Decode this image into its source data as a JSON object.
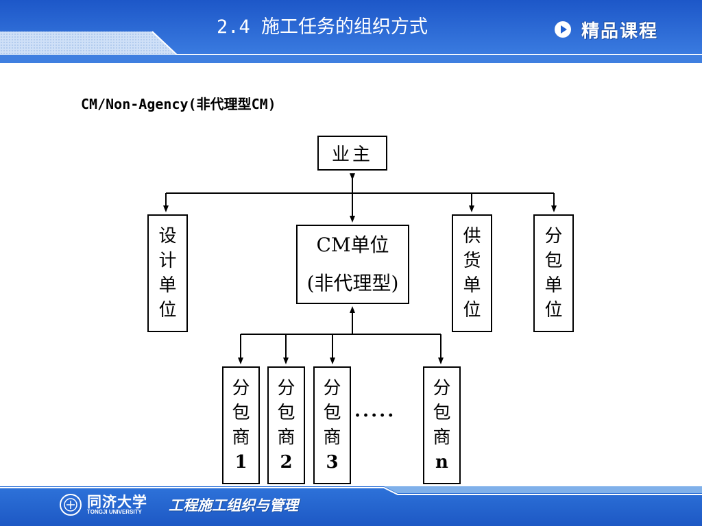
{
  "header": {
    "title": "2.4 施工任务的组织方式",
    "brand": "精品课程",
    "brand_icon": "play-icon"
  },
  "subtitle": "CM/Non-Agency(非代理型CM)",
  "diagram": {
    "owner": "业主",
    "cm_line1": "CM单位",
    "cm_line2": "(非代理型)",
    "design": [
      "设",
      "计",
      "单",
      "位"
    ],
    "supply": [
      "供",
      "货",
      "单",
      "位"
    ],
    "subcontract_unit": [
      "分",
      "包",
      "单",
      "位"
    ],
    "sub1": [
      "分",
      "包",
      "商",
      "1"
    ],
    "sub2": [
      "分",
      "包",
      "商",
      "2"
    ],
    "sub3": [
      "分",
      "包",
      "商",
      "3"
    ],
    "subn": [
      "分",
      "包",
      "商",
      "n"
    ],
    "ellipsis": "·····"
  },
  "footer": {
    "university_cn": "同济大学",
    "university_en": "TONGJI UNIVERSITY",
    "course": "工程施工组织与管理",
    "seal_icon": "university-seal-icon"
  },
  "colors": {
    "header_blue": "#1f5fcf",
    "header_light": "#b7d3f5",
    "footer_blue": "#2c6fd6",
    "line": "#000000"
  }
}
